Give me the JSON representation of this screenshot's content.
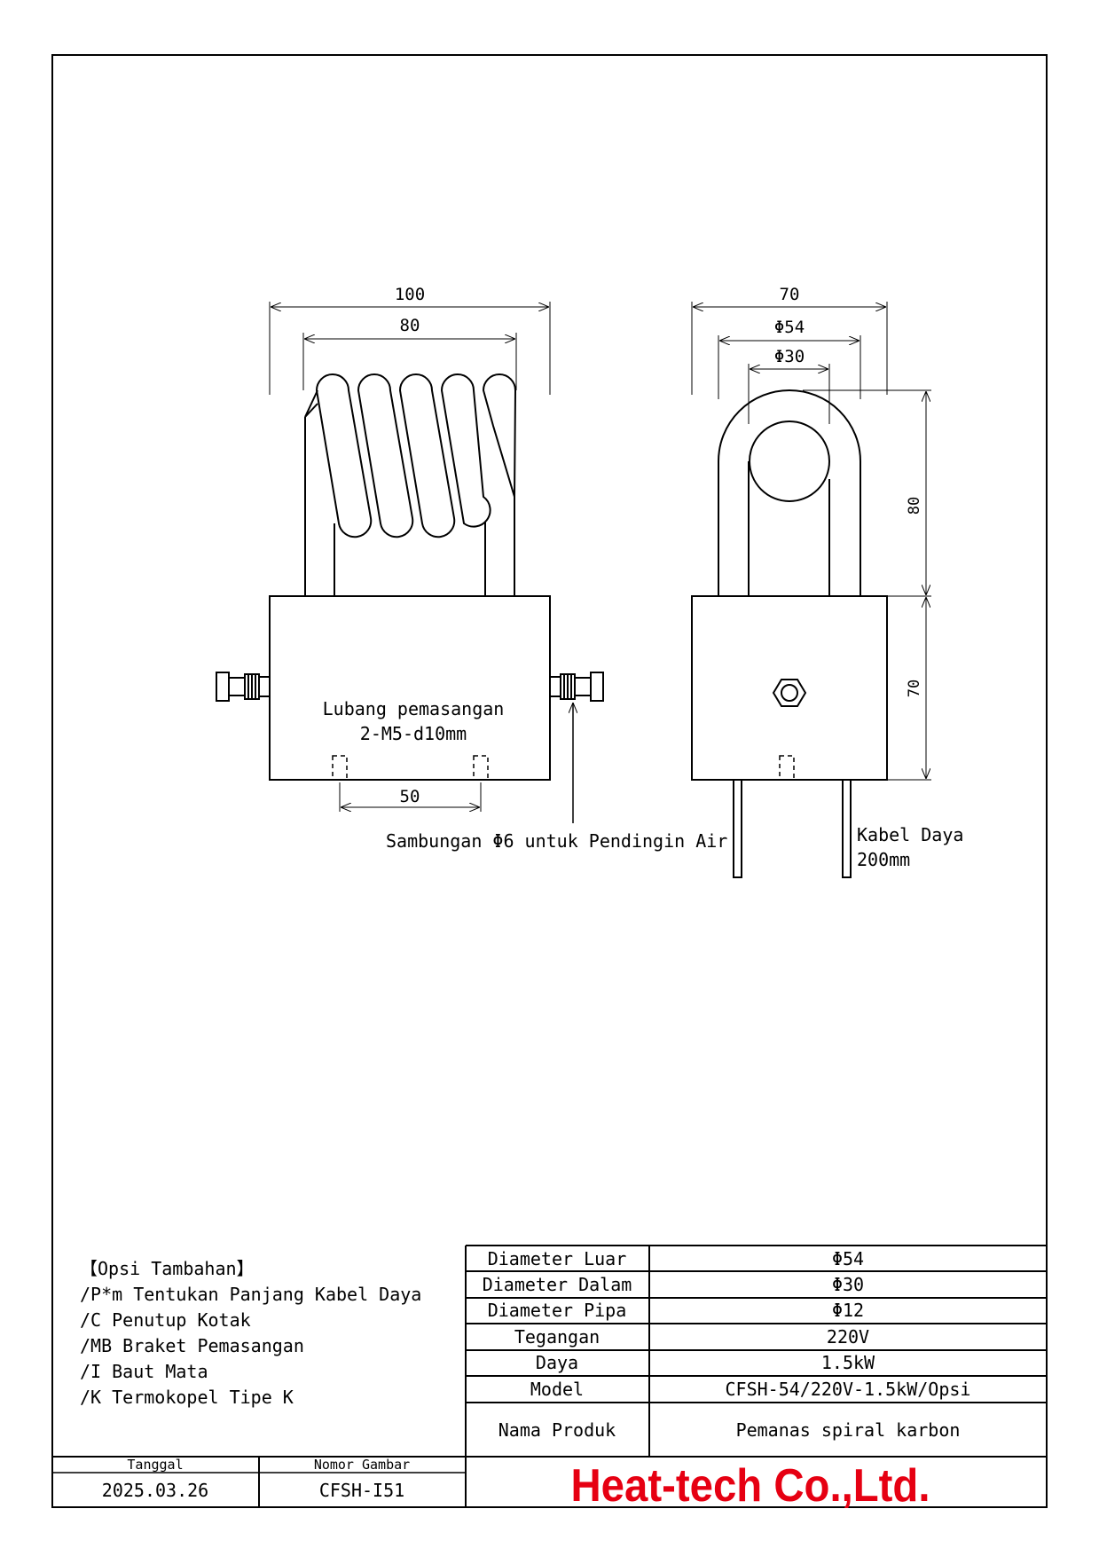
{
  "dimensions": {
    "front_total_width": "100",
    "front_coil_width": "80",
    "front_hole_spacing": "50",
    "side_total_width": "70",
    "side_outer_diameter": "Φ54",
    "side_inner_diameter": "Φ30",
    "side_coil_height": "80",
    "side_box_height": "70"
  },
  "annotations": {
    "mount_hole_line1": "Lubang pemasangan",
    "mount_hole_line2": "2-M5-d10mm",
    "water_connector": "Sambungan Φ6 untuk Pendingin Air",
    "power_cable_line1": "Kabel Daya",
    "power_cable_line2": "200mm"
  },
  "options": {
    "title": "【Opsi Tambahan】",
    "items": [
      "/P*m Tentukan Panjang Kabel Daya",
      "/C Penutup Kotak",
      "/MB Braket Pemasangan",
      "/I Baut Mata",
      "/K Termokopel Tipe K"
    ]
  },
  "spec_table": [
    {
      "label": "Diameter Luar",
      "value": "Φ54"
    },
    {
      "label": "Diameter Dalam",
      "value": "Φ30"
    },
    {
      "label": "Diameter Pipa",
      "value": "Φ12"
    },
    {
      "label": "Tegangan",
      "value": "220V"
    },
    {
      "label": "Daya",
      "value": "1.5kW"
    },
    {
      "label": "Model",
      "value": "CFSH-54/220V-1.5kW/Opsi"
    },
    {
      "label": "Nama Produk",
      "value": "Pemanas spiral karbon"
    }
  ],
  "title_block": {
    "date_label": "Tanggal",
    "date_value": "2025.03.26",
    "drawing_no_label": "Nomor Gambar",
    "drawing_no_value": "CFSH-I51",
    "company": "Heat-tech Co.,Ltd.",
    "company_color": "#e60012"
  }
}
